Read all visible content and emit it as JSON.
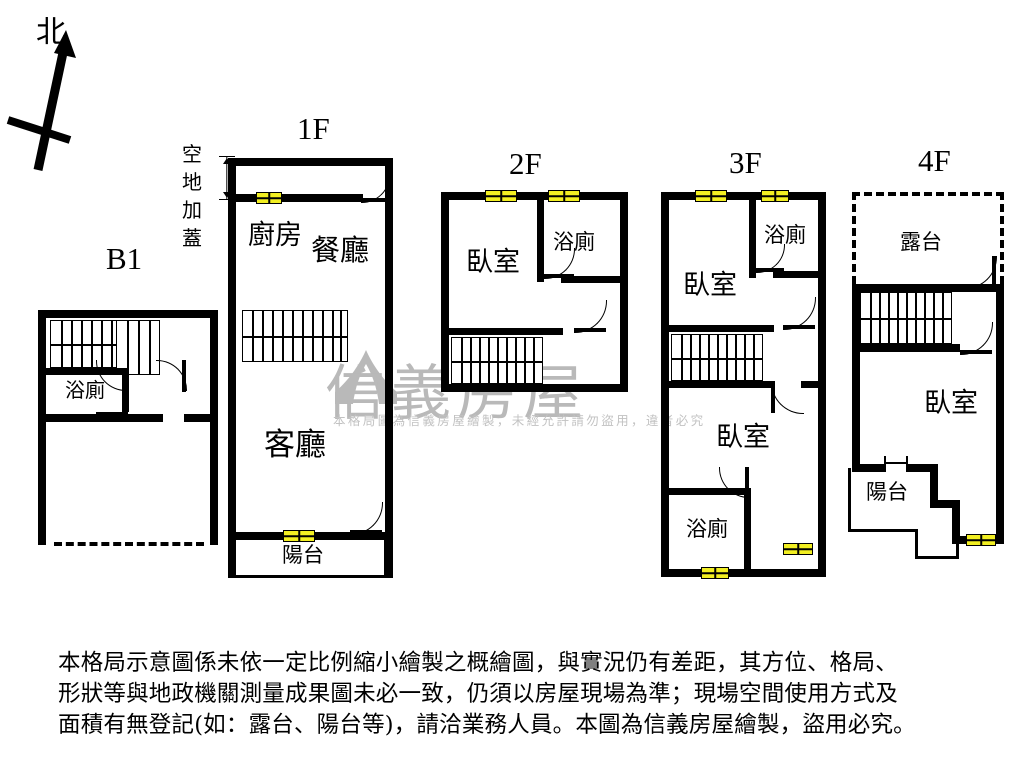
{
  "compass": {
    "label": "北",
    "icon": "north-arrow-icon"
  },
  "floors": [
    {
      "id": "b1",
      "title": "B1",
      "rooms": [
        {
          "name": "bathroom",
          "label": "浴廁"
        }
      ]
    },
    {
      "id": "1f",
      "title": "1F",
      "annotation": "空地加蓋",
      "rooms": [
        {
          "name": "kitchen",
          "label": "廚房"
        },
        {
          "name": "dining-room",
          "label": "餐廳"
        },
        {
          "name": "living-room",
          "label": "客廳"
        },
        {
          "name": "balcony",
          "label": "陽台"
        }
      ]
    },
    {
      "id": "2f",
      "title": "2F",
      "rooms": [
        {
          "name": "bedroom",
          "label": "臥室"
        },
        {
          "name": "bathroom",
          "label": "浴廁"
        }
      ]
    },
    {
      "id": "3f",
      "title": "3F",
      "rooms": [
        {
          "name": "bedroom-upper",
          "label": "臥室"
        },
        {
          "name": "bathroom-upper",
          "label": "浴廁"
        },
        {
          "name": "bedroom-lower",
          "label": "臥室"
        },
        {
          "name": "bathroom-lower",
          "label": "浴廁"
        }
      ]
    },
    {
      "id": "4f",
      "title": "4F",
      "rooms": [
        {
          "name": "terrace",
          "label": "露台"
        },
        {
          "name": "bedroom",
          "label": "臥室"
        },
        {
          "name": "balcony",
          "label": "陽台"
        }
      ]
    }
  ],
  "watermark": {
    "brand": "信義房屋",
    "notice": "本格局圖為信義房屋繪製，未經允許請勿盜用，違者必究"
  },
  "disclaimer": {
    "line1": "本格局示意圖係未依一定比例縮小繪製之概繪圖，與實況仍有差距，其方位、格局、",
    "line2": "形狀等與地政機關測量成果圖未必一致，仍須以房屋現場為準；現場空間使用方式及",
    "line3": "面積有無登記(如：露台、陽台等)，請洽業務人員。本圖為信義房屋繪製，盜用必究。"
  },
  "colors": {
    "wall": "#000000",
    "window": "#f2ef22",
    "background": "#ffffff",
    "watermark": "#b9b9b9"
  }
}
